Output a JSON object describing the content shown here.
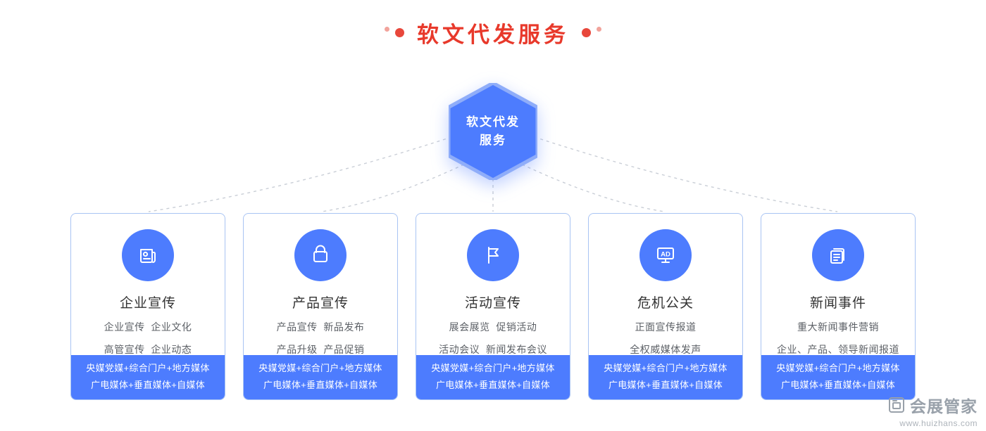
{
  "header": {
    "title": "软文代发服务"
  },
  "hexagon": {
    "line1": "软文代发",
    "line2": "服务"
  },
  "cards": [
    {
      "icon": "newspaper-icon",
      "title": "企业宣传",
      "line1": "企业宣传  企业文化",
      "line2": "高管宣传  企业动态",
      "footer1": "央媒党媒+综合门户+地方媒体",
      "footer2": "广电媒体+垂直媒体+自媒体"
    },
    {
      "icon": "shopping-bag-icon",
      "title": "产品宣传",
      "line1": "产品宣传  新品发布",
      "line2": "产品升级  产品促销",
      "footer1": "央媒党媒+综合门户+地方媒体",
      "footer2": "广电媒体+垂直媒体+自媒体"
    },
    {
      "icon": "flag-icon",
      "title": "活动宣传",
      "line1": "展会展览  促销活动",
      "line2": "活动会议  新闻发布会议",
      "footer1": "央媒党媒+综合门户+地方媒体",
      "footer2": "广电媒体+垂直媒体+自媒体"
    },
    {
      "icon": "ad-screen-icon",
      "icon_label": "AD",
      "title": "危机公关",
      "line1": "正面宣传报道",
      "line2": "全权威媒体发声",
      "footer1": "央媒党媒+综合门户+地方媒体",
      "footer2": "广电媒体+垂直媒体+自媒体"
    },
    {
      "icon": "news-doc-icon",
      "title": "新闻事件",
      "line1": "重大新闻事件营销",
      "line2": "企业、产品、领导新闻报道",
      "footer1": "央媒党媒+综合门户+地方媒体",
      "footer2": "广电媒体+垂直媒体+自媒体"
    }
  ],
  "watermark": {
    "name": "会展管家",
    "url": "www.huizhans.com"
  },
  "colors": {
    "accent_red": "#e8392b",
    "accent_blue": "#4d7cfe",
    "card_border": "#a9c4f3",
    "connector": "#c9ced6"
  }
}
